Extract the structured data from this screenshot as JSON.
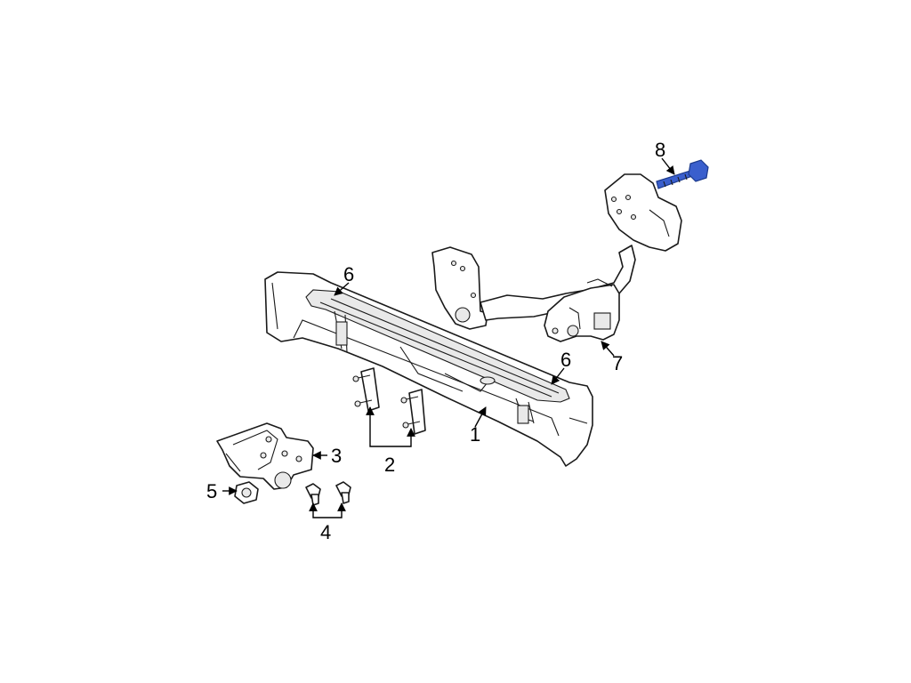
{
  "callouts": [
    {
      "id": "1",
      "label": "1"
    },
    {
      "id": "2",
      "label": "2"
    },
    {
      "id": "3",
      "label": "3"
    },
    {
      "id": "4",
      "label": "4"
    },
    {
      "id": "5",
      "label": "5"
    },
    {
      "id": "6a",
      "label": "6"
    },
    {
      "id": "6b",
      "label": "6"
    },
    {
      "id": "7",
      "label": "7"
    },
    {
      "id": "8",
      "label": "8"
    }
  ],
  "colors": {
    "highlight_part": "#3a5fcd",
    "line": "#1a1a1a",
    "background": "#ffffff"
  }
}
